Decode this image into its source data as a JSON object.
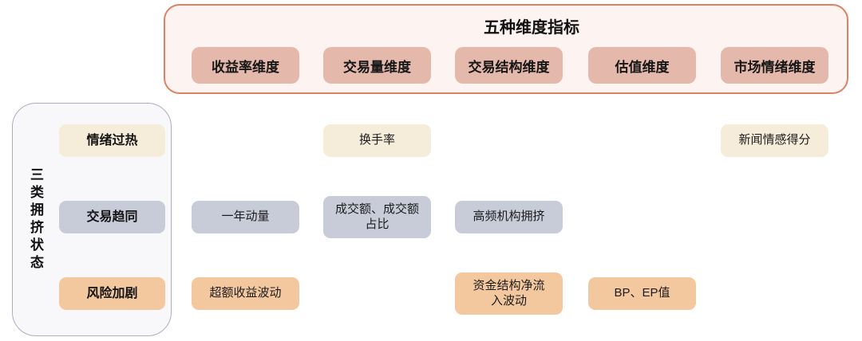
{
  "top_panel": {
    "title": "五种维度指标",
    "columns": [
      {
        "label": "收益率维度"
      },
      {
        "label": "交易量维度"
      },
      {
        "label": "交易结构维度"
      },
      {
        "label": "估值维度"
      },
      {
        "label": "市场情绪维度"
      }
    ]
  },
  "left_panel": {
    "title": "三类拥挤状态"
  },
  "rows": [
    {
      "label": "情绪过热",
      "color": "#f5edda"
    },
    {
      "label": "交易趋同",
      "color": "#c8ccd9"
    },
    {
      "label": "风险加剧",
      "color": "#f4c89f"
    }
  ],
  "cells": [
    {
      "row": "情绪过热",
      "column": "交易量维度",
      "text": "换手率"
    },
    {
      "row": "情绪过热",
      "column": "市场情绪维度",
      "text": "新闻情感得分"
    },
    {
      "row": "交易趋同",
      "column": "收益率维度",
      "text": "一年动量"
    },
    {
      "row": "交易趋同",
      "column": "交易量维度",
      "text": "成交额、成交额\n占比"
    },
    {
      "row": "交易趋同",
      "column": "交易结构维度",
      "text": "高频机构拥挤"
    },
    {
      "row": "风险加剧",
      "column": "收益率维度",
      "text": "超额收益波动"
    },
    {
      "row": "风险加剧",
      "column": "交易结构维度",
      "text": "资金结构净流\n入波动"
    },
    {
      "row": "风险加剧",
      "column": "估值维度",
      "text": "BP、EP值"
    }
  ],
  "colors": {
    "top_panel_border": "#dd8164",
    "top_panel_fill": "#fdf3f1",
    "header_fill": "#e4b9ac",
    "states_panel_border": "#a9aec3",
    "states_panel_fill": "#f8f8fa",
    "overheat_fill": "#f5edda",
    "convergence_fill": "#c8ccd9",
    "risk_fill": "#f4c89f"
  }
}
